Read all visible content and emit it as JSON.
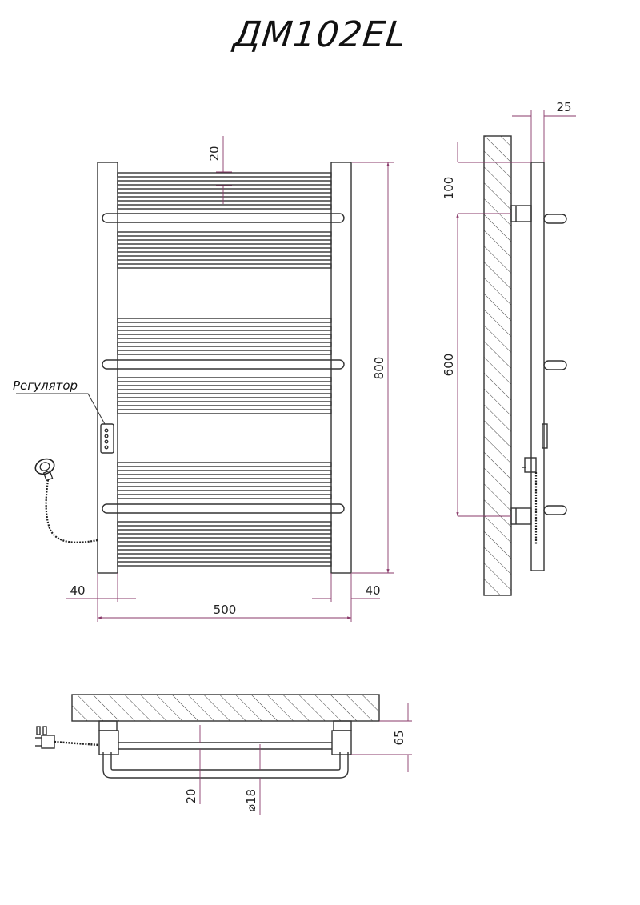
{
  "title": "ДМ102EL",
  "regulator_label": "Регулятор",
  "front_view": {
    "dims": {
      "top_gap": "20",
      "height": "800",
      "left_post": "40",
      "right_post": "40",
      "width": "500"
    }
  },
  "side_view": {
    "dims": {
      "depth": "25",
      "top_offset": "100",
      "mount_spacing": "600"
    }
  },
  "top_view": {
    "dims": {
      "depth": "65",
      "rail_gap": "20",
      "diameter": "⌀18"
    }
  },
  "colors": {
    "line": "#333333",
    "dimension": "#8a3a6a",
    "hatch": "#444444"
  }
}
